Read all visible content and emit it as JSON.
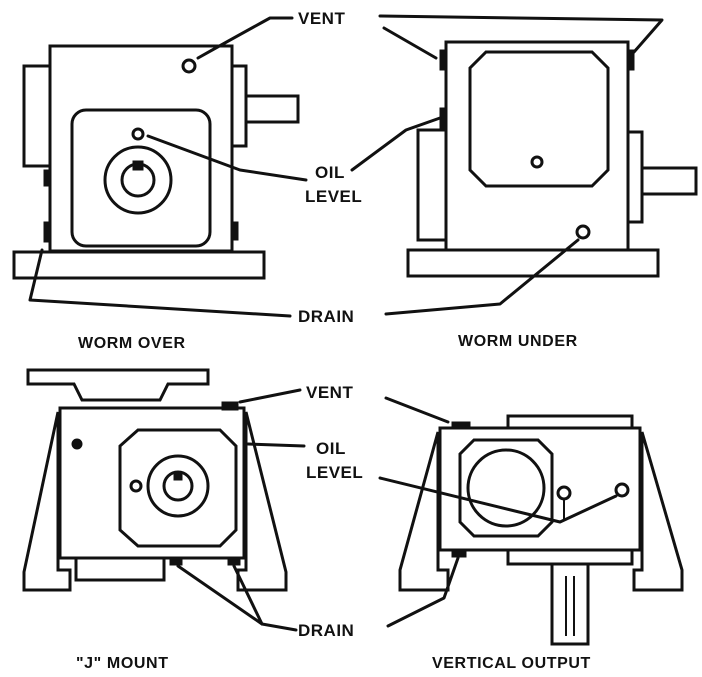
{
  "labels": {
    "vent": "VENT",
    "oil": "OIL",
    "level": "LEVEL",
    "drain": "DRAIN"
  },
  "captions": {
    "worm_over": "WORM OVER",
    "worm_under": "WORM UNDER",
    "j_mount": "\"J\" MOUNT",
    "vertical_output": "VERTICAL OUTPUT"
  },
  "colors": {
    "ink": "#111111",
    "paper": "#ffffff"
  }
}
